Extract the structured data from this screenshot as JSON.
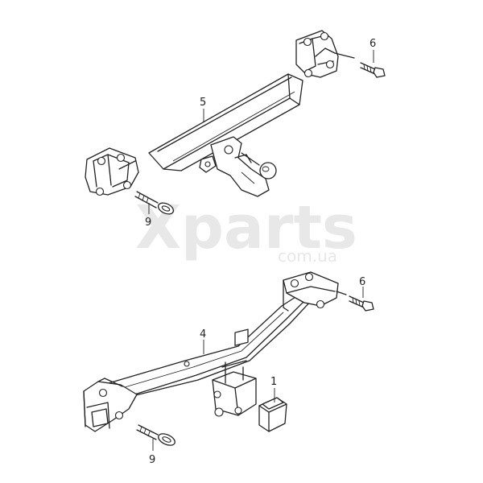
{
  "watermark": {
    "brand": "Xparts",
    "domain": "com.ua"
  },
  "callouts": {
    "top_bolt": "6",
    "top_crossmember": "5",
    "top_eye_bolt": "9",
    "bottom_bolt": "6",
    "bottom_crossmember": "4",
    "receiver_insert": "1",
    "bottom_eye_bolt": "9"
  }
}
